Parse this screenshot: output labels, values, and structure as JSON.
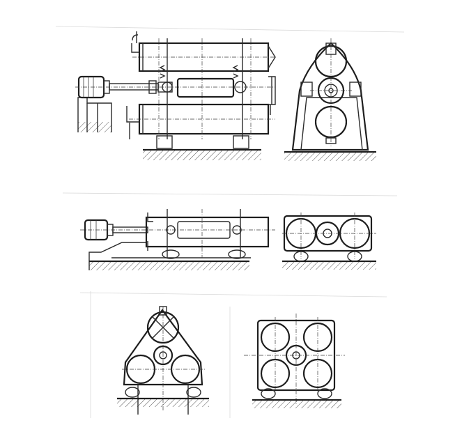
{
  "figure": {
    "panels": [
      {
        "id": "horizontal-tube-mill-side-view",
        "kind": "side-elevation"
      },
      {
        "id": "stacked-drum-end-view",
        "kind": "end-elevation"
      },
      {
        "id": "low-profile-mill-side-view",
        "kind": "side-elevation"
      },
      {
        "id": "three-drum-row-end-view",
        "kind": "end-elevation"
      },
      {
        "id": "triangular-three-drum-view",
        "kind": "end-elevation"
      },
      {
        "id": "four-drum-square-view",
        "kind": "end-elevation"
      }
    ]
  },
  "colors": {
    "line": "#2b2b2b",
    "paper": "#ffffff",
    "rule": "#d9d9d9"
  }
}
